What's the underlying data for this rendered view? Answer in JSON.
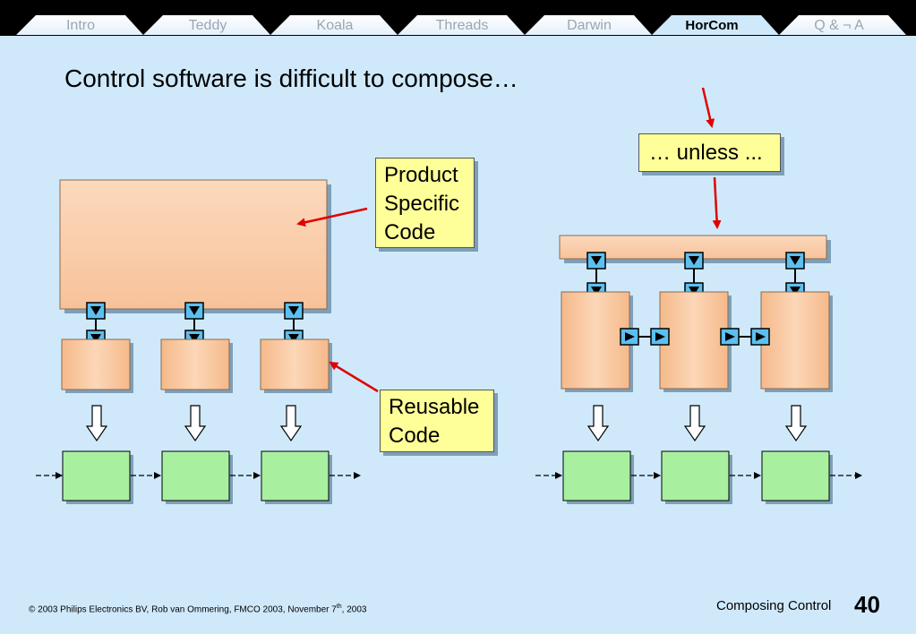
{
  "nav": {
    "tabs": [
      {
        "label": "Intro",
        "active": false
      },
      {
        "label": "Teddy",
        "active": false
      },
      {
        "label": "Koala",
        "active": false
      },
      {
        "label": "Threads",
        "active": false
      },
      {
        "label": "Darwin",
        "active": false
      },
      {
        "label": "HorCom",
        "active": true
      },
      {
        "label": "Q & ¬ A",
        "active": false
      }
    ]
  },
  "slide": {
    "title": "Control software is difficult to compose…"
  },
  "callouts": {
    "product_specific": [
      "Product",
      "Specific",
      "Code"
    ],
    "reusable": [
      "Reusable",
      "Code"
    ],
    "unless": "… unless ..."
  },
  "footer": {
    "copyright_prefix": "© 2003 Philips Electronics BV, Rob van Ommering, FMCO 2003, November 7",
    "copyright_sup": "th",
    "copyright_suffix": ", 2003",
    "section": "Composing Control",
    "page_number": "40"
  },
  "colors": {
    "background": "#cfe9fb",
    "component_fill": "#f9c8a2",
    "green_box": "#a8f0a0",
    "callout_fill": "#ffff99",
    "arrow_red": "#e00000",
    "interface_blue": "#5bc0f0"
  }
}
